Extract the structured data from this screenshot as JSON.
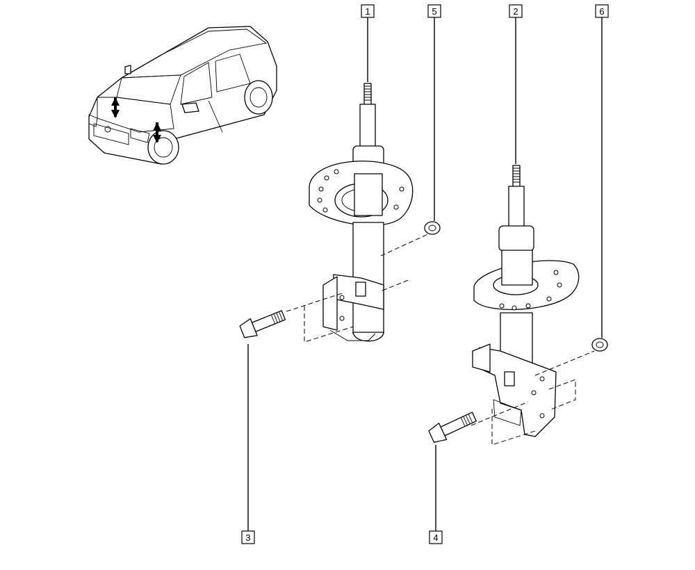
{
  "callouts": [
    {
      "id": "1",
      "label": "1"
    },
    {
      "id": "5",
      "label": "5"
    },
    {
      "id": "2",
      "label": "2"
    },
    {
      "id": "6",
      "label": "6"
    },
    {
      "id": "3",
      "label": "3"
    },
    {
      "id": "4",
      "label": "4"
    }
  ],
  "icons": {
    "vehicle": "car-location-icon",
    "left_strut": "shock-absorber-icon",
    "right_strut": "shock-absorber-icon",
    "left_bolt": "bolt-icon",
    "right_bolt": "bolt-icon",
    "left_nut": "nut-icon",
    "right_nut": "nut-icon"
  }
}
